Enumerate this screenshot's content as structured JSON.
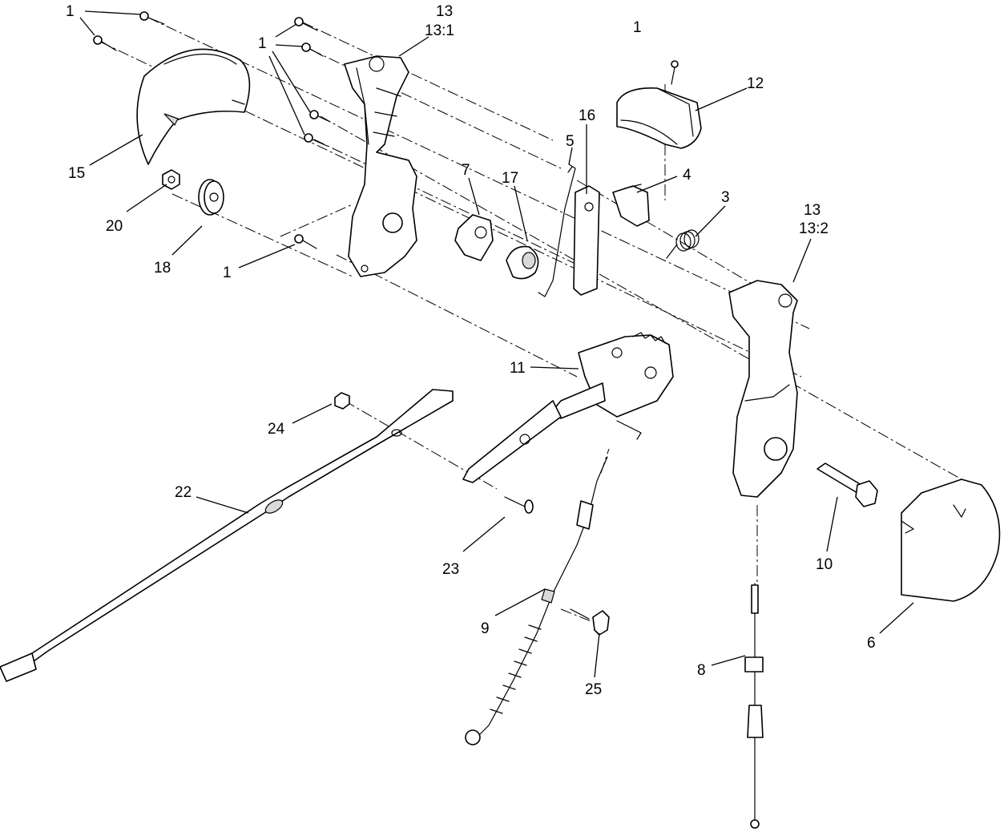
{
  "callouts": {
    "c1a": "1",
    "c1b": "1",
    "c1c": "1",
    "c1d": "1",
    "c13a": "13",
    "c13a_sub": "13:1",
    "c15": "15",
    "c20": "20",
    "c18": "18",
    "c7": "7",
    "c17": "17",
    "c5": "5",
    "c16": "16",
    "c12": "12",
    "c4": "4",
    "c3": "3",
    "c13b": "13",
    "c13b_sub": "13:2",
    "c11": "11",
    "c24": "24",
    "c22": "22",
    "c23": "23",
    "c9": "9",
    "c25": "25",
    "c8": "8",
    "c10": "10",
    "c6": "6"
  }
}
